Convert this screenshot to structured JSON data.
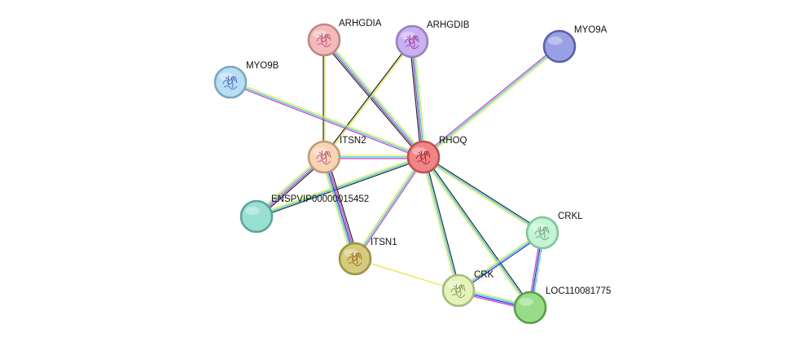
{
  "diagram": {
    "type": "protein-interaction-network",
    "nodes": [
      {
        "id": "ARHGDIA",
        "label": "ARHGDIA",
        "fill": "#f4b9b9",
        "stroke": "#c08585",
        "has_structure": true,
        "glyph": "#b0507a"
      },
      {
        "id": "ARHGDIB",
        "label": "ARHGDIB",
        "fill": "#c9b0f0",
        "stroke": "#9a80c0",
        "has_structure": true,
        "glyph": "#a0309a"
      },
      {
        "id": "MYO9A",
        "label": "MYO9A",
        "fill": "#9aa0e4",
        "stroke": "#5a60b0",
        "has_structure": false
      },
      {
        "id": "MYO9B",
        "label": "MYO9B",
        "fill": "#b8def4",
        "stroke": "#7aa6c4",
        "has_structure": true,
        "glyph": "#5060c0"
      },
      {
        "id": "RHOQ",
        "label": "RHOQ",
        "fill": "#f08585",
        "stroke": "#c05050",
        "has_structure": true,
        "glyph": "#a02030"
      },
      {
        "id": "ITSN2",
        "label": "ITSN2",
        "fill": "#f8d4b4",
        "stroke": "#c09a7a",
        "has_structure": true,
        "glyph": "#b05080"
      },
      {
        "id": "ENSPVIP00000015452",
        "label": "ENSPVIP00000015452",
        "fill": "#98e0d4",
        "stroke": "#5aa69a",
        "has_structure": false
      },
      {
        "id": "ITSN1",
        "label": "ITSN1",
        "fill": "#d4cc7c",
        "stroke": "#9a9448",
        "has_structure": true,
        "glyph": "#a06020"
      },
      {
        "id": "CRKL",
        "label": "CRKL",
        "fill": "#c4f4d4",
        "stroke": "#80c49a",
        "has_structure": true,
        "glyph": "#60a080"
      },
      {
        "id": "CRK",
        "label": "CRK",
        "fill": "#e4f4b8",
        "stroke": "#a4bc80",
        "has_structure": true,
        "glyph": "#809060"
      },
      {
        "id": "LOC110081775",
        "label": "LOC110081775",
        "fill": "#98dc88",
        "stroke": "#58a048",
        "has_structure": false
      }
    ],
    "edges": [
      {
        "a": "ARHGDIA",
        "b": "RHOQ",
        "colors": [
          "#e8e840",
          "#30d0f0",
          "#a040c0",
          "#303030"
        ]
      },
      {
        "a": "ARHGDIA",
        "b": "ITSN2",
        "colors": [
          "#e8e840",
          "#303030"
        ]
      },
      {
        "a": "ARHGDIB",
        "b": "RHOQ",
        "colors": [
          "#e8e840",
          "#30d0f0",
          "#a040c0",
          "#303030"
        ]
      },
      {
        "a": "ARHGDIB",
        "b": "ITSN2",
        "colors": [
          "#e8e840",
          "#303030"
        ]
      },
      {
        "a": "MYO9A",
        "b": "RHOQ",
        "colors": [
          "#e8e840",
          "#30d0f0",
          "#d040c0"
        ]
      },
      {
        "a": "MYO9B",
        "b": "RHOQ",
        "colors": [
          "#e8e840",
          "#30d0f0",
          "#d040c0"
        ]
      },
      {
        "a": "ITSN2",
        "b": "RHOQ",
        "colors": [
          "#e8e840",
          "#30d0f0",
          "#d040c0"
        ]
      },
      {
        "a": "ENSPVIP00000015452",
        "b": "RHOQ",
        "colors": [
          "#e8e840",
          "#30d0f0",
          "#303030"
        ]
      },
      {
        "a": "ENSPVIP00000015452",
        "b": "ITSN2",
        "colors": [
          "#e8e840",
          "#30d0f0",
          "#d040c0",
          "#303030"
        ]
      },
      {
        "a": "ITSN1",
        "b": "ITSN2",
        "colors": [
          "#e8e840",
          "#30d0f0",
          "#3030f0",
          "#d040c0",
          "#303030"
        ]
      },
      {
        "a": "ITSN1",
        "b": "RHOQ",
        "colors": [
          "#e8e840",
          "#30d0f0",
          "#d040c0"
        ]
      },
      {
        "a": "ITSN1",
        "b": "CRK",
        "colors": [
          "#e8e840"
        ]
      },
      {
        "a": "CRKL",
        "b": "RHOQ",
        "colors": [
          "#e8e840",
          "#30d0f0",
          "#303030"
        ]
      },
      {
        "a": "CRK",
        "b": "RHOQ",
        "colors": [
          "#e8e840",
          "#30d0f0",
          "#303030"
        ]
      },
      {
        "a": "LOC110081775",
        "b": "RHOQ",
        "colors": [
          "#e8e840",
          "#30d0f0",
          "#303030"
        ]
      },
      {
        "a": "CRK",
        "b": "CRKL",
        "colors": [
          "#e8e840",
          "#30d0f0",
          "#3030f0"
        ]
      },
      {
        "a": "CRK",
        "b": "LOC110081775",
        "colors": [
          "#e8e840",
          "#30d0f0",
          "#3030f0",
          "#d040c0"
        ]
      },
      {
        "a": "CRKL",
        "b": "LOC110081775",
        "colors": [
          "#30d0f0",
          "#3030f0",
          "#d040c0"
        ]
      }
    ]
  }
}
